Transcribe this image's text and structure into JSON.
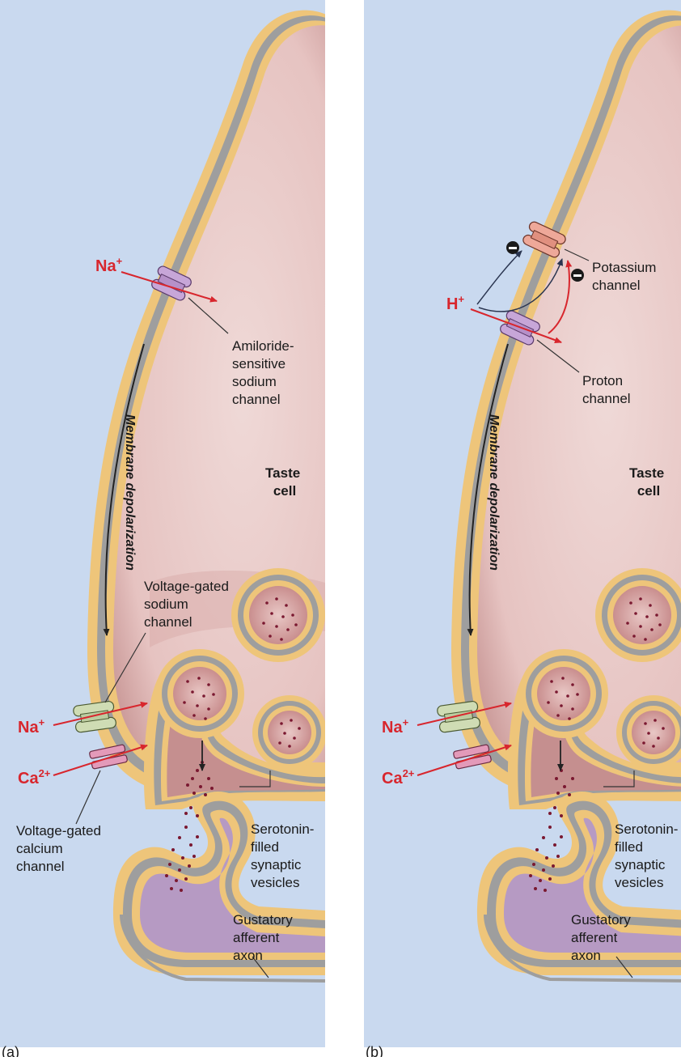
{
  "panels": [
    {
      "id": "a",
      "panel_label": "(a)",
      "ion_top": {
        "base": "Na",
        "sup": "+"
      },
      "top_channel_label": [
        "Amiloride-",
        "sensitive",
        "sodium",
        "channel"
      ],
      "cell_label": [
        "Taste",
        "cell"
      ],
      "depolarization": "Membrane depolarization",
      "vgated_sodium_label": [
        "Voltage-gated",
        "sodium",
        "channel"
      ],
      "ion_na": {
        "base": "Na",
        "sup": "+"
      },
      "ion_ca": {
        "base": "Ca",
        "sup": "2+"
      },
      "vgated_calcium_label": [
        "Voltage-gated",
        "calcium",
        "channel"
      ],
      "vesicle_label": [
        "Serotonin-",
        "filled",
        "synaptic",
        "vesicles"
      ],
      "axon_label": [
        "Gustatory",
        "afferent",
        "axon"
      ]
    },
    {
      "id": "b",
      "panel_label": "(b)",
      "ion_top": {
        "base": "H",
        "sup": "+"
      },
      "potassium_label": [
        "Potassium",
        "channel"
      ],
      "proton_label": [
        "Proton",
        "channel"
      ],
      "cell_label": [
        "Taste",
        "cell"
      ],
      "depolarization": "Membrane depolarization",
      "ion_na": {
        "base": "Na",
        "sup": "+"
      },
      "ion_ca": {
        "base": "Ca",
        "sup": "2+"
      },
      "vesicle_label": [
        "Serotonin-",
        "filled",
        "synaptic",
        "vesicles"
      ],
      "axon_label": [
        "Gustatory",
        "afferent",
        "axon"
      ]
    }
  ],
  "colors": {
    "background": "#c9d9ef",
    "membrane_outer": "#eec57a",
    "membrane_mid": "#9e9e9e",
    "cytoplasm": "#ecd1cf",
    "cytoplasm_deep": "#c58f8f",
    "ion_text": "#d8262d",
    "sodium_channel": "#c7a6d8",
    "vgated_na_channel": "#cfdcb4",
    "ca_channel": "#e39ab9",
    "k_channel": "#eea899",
    "axon": "#b69ac3",
    "dots": "#7a1830"
  }
}
